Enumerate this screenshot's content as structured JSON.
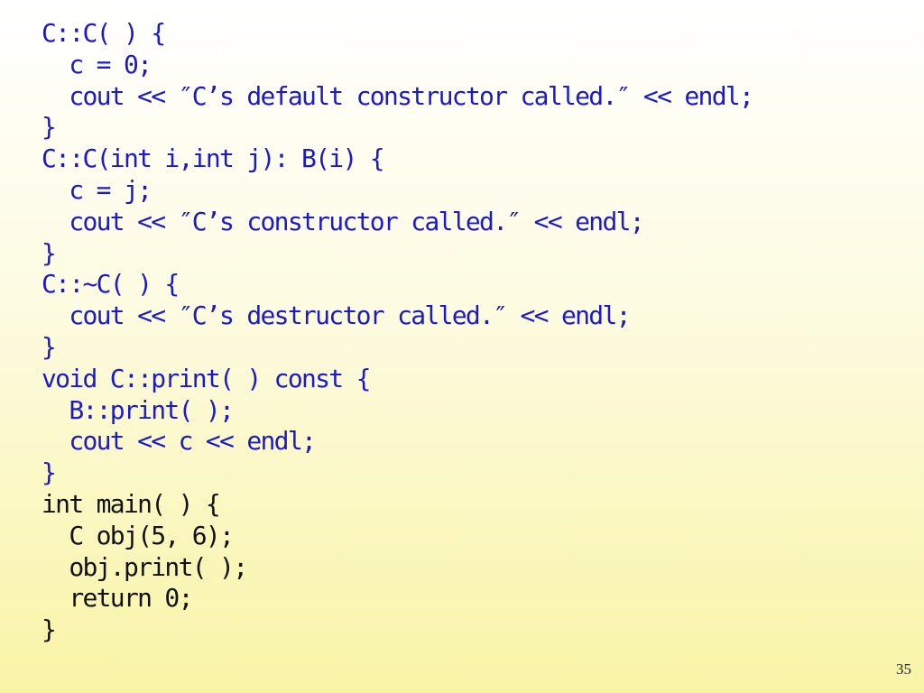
{
  "code_lines": [
    "C::C( ) {",
    "  c = 0;",
    "  cout << ″C’s default constructor called.″ << endl;",
    "}",
    "C::C(int i,int j): B(i) {",
    "  c = j;",
    "  cout << ″C’s constructor called.″ << endl;",
    "}",
    "C::~C( ) {",
    "  cout << ″C’s destructor called.″ << endl;",
    "}",
    "void C::print( ) const {",
    "  B::print( );",
    "  cout << c << endl;",
    "}",
    "int main( ) {",
    "  C obj(5, 6);",
    "  obj.print( );",
    "  return 0;",
    "}"
  ],
  "colors": {
    "class_code": "#1a1acc",
    "main_code": "#111111"
  },
  "page_number": "35"
}
